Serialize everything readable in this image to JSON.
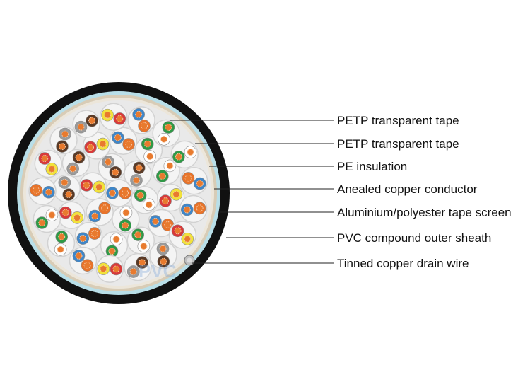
{
  "diagram": {
    "labels": [
      "PETP transparent tape",
      "PETP transparent tape",
      "PE insulation",
      "Anealed copper conductor",
      "Aluminium/polyester tape screen",
      "PVC compound outer sheath",
      "Tinned copper drain wire"
    ],
    "watermark": "PVC",
    "colors": {
      "outer_sheath": "#111111",
      "screen": "#b9dfe8",
      "petp_tape": "#d8ccb6",
      "core_fill": "#e9e9e9",
      "copper": "#e87a2e",
      "pair_sleeve": "#d2d2d2",
      "insulation_colors": [
        "#3f86c8",
        "#e8732a",
        "#5a3a26",
        "#2e9a46",
        "#d83a3a",
        "#f2e23a",
        "#ffffff",
        "#9a9a9a"
      ]
    }
  }
}
